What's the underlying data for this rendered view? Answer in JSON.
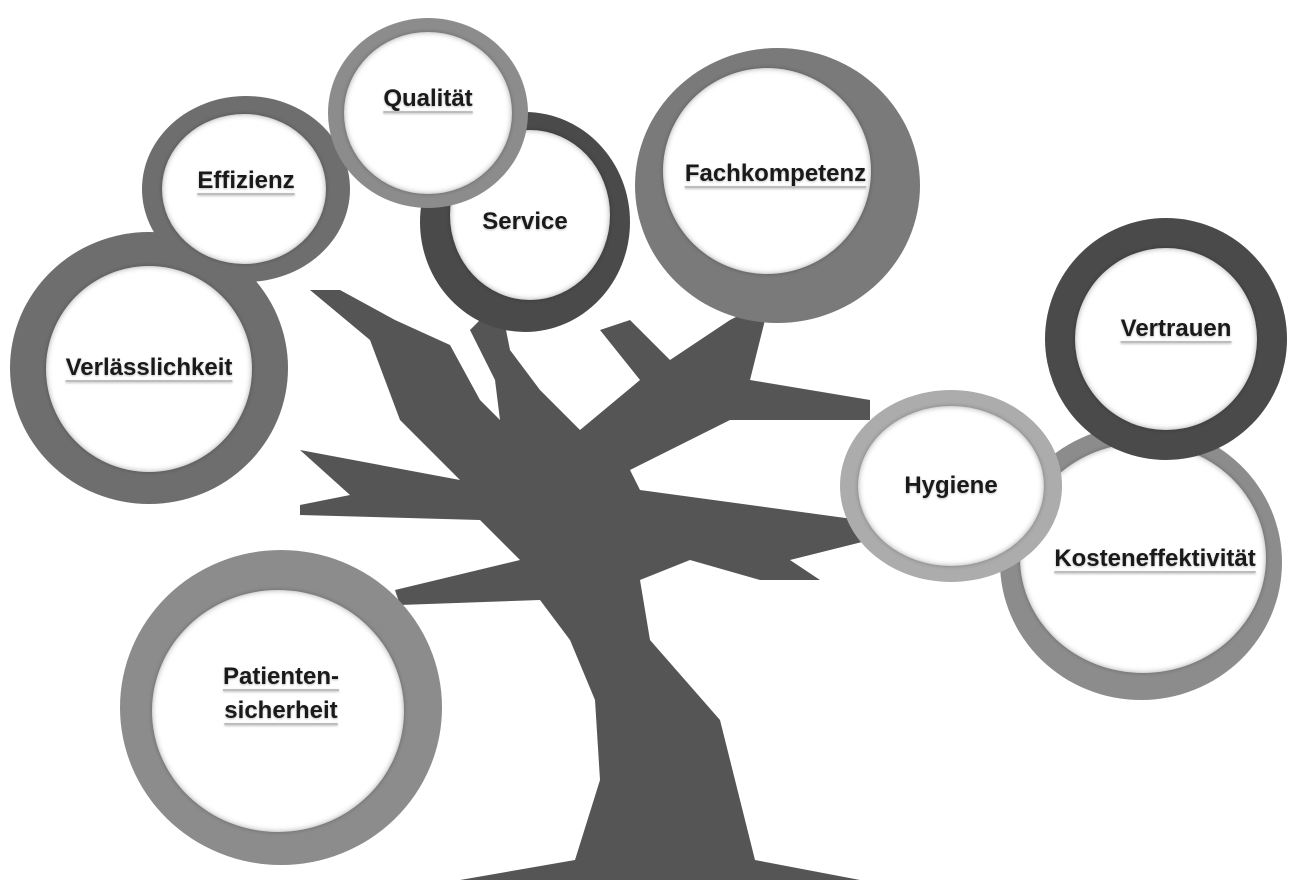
{
  "colors": {
    "tree": "#555555",
    "ring_dark": "#4a4a4a",
    "ring_mid": "#6e6e6e",
    "ring_light": "#8c8c8c",
    "ring_pale": "#acacac"
  },
  "concepts": {
    "qualitaet": "Qualität",
    "effizienz": "Effizienz",
    "service": "Service",
    "fachkompetenz": "Fachkompetenz",
    "verlaesslichkeit": "Verlässlichkeit",
    "vertrauen": "Vertrauen",
    "hygiene": "Hygiene",
    "kosteneffektivitaet": "Kosteneffektivität",
    "patientensicherheit_line1": "Patienten-",
    "patientensicherheit_line2": "sicherheit"
  }
}
